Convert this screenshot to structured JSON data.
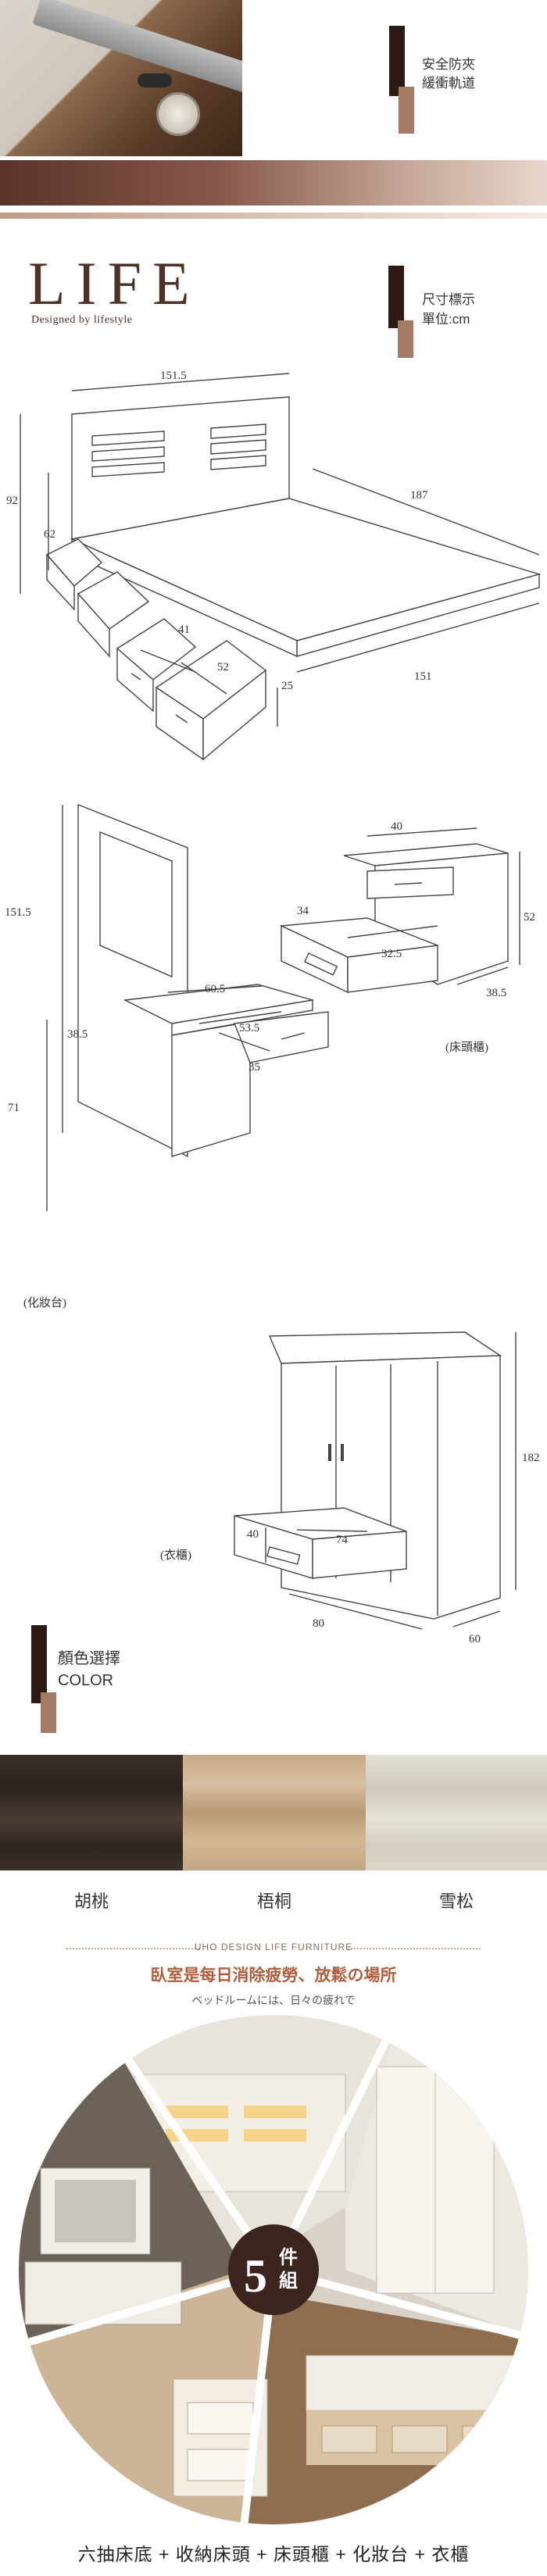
{
  "safety": {
    "line1": "安全防夾",
    "line2": "緩衝軌道"
  },
  "life": {
    "title": "LIFE",
    "subtitle": "Designed by lifestyle"
  },
  "dimensions": {
    "tag_line1": "尺寸標示",
    "tag_line2": "單位:cm",
    "bed": {
      "headboard_width": "151.5",
      "length": "187",
      "height": "92",
      "headboard_height": "62",
      "drawer_width": "41",
      "drawer_depth": "52",
      "drawer_height": "25",
      "base_width": "151"
    },
    "vanity": {
      "height": "151.5",
      "top_width": "60.5",
      "depth": "38.5",
      "drawer_width": "53.5",
      "drawer_depth": "35",
      "table_height": "71",
      "label": "(化妝台)"
    },
    "nightstand": {
      "width": "40",
      "height": "52",
      "drawer_depth": "34",
      "drawer_width": "32.5",
      "depth": "38.5",
      "label": "(床頭櫃)"
    },
    "wardrobe": {
      "height": "182",
      "drawer_height": "40",
      "drawer_width": "74",
      "width": "80",
      "depth": "60",
      "label": "(衣櫃)"
    }
  },
  "color": {
    "title": "顏色選擇",
    "subtitle": "COLOR",
    "options": [
      {
        "label": "胡桃",
        "swatch": "#3d302a"
      },
      {
        "label": "梧桐",
        "swatch": "#c9ae8c"
      },
      {
        "label": "雪松",
        "swatch": "#d9d4c8"
      }
    ]
  },
  "promo": {
    "brand": "UHO DESIGN LIFE FURNITURE",
    "headline": "臥室是每日消除疲勞、放鬆の場所",
    "subline": "ベッドルームには、日々の疲れで",
    "badge_number": "5",
    "badge_unit_line1": "件",
    "badge_unit_line2": "組",
    "footer": "六抽床底 + 收納床頭 + 床頭櫃 + 化妝台 + 衣櫃"
  }
}
